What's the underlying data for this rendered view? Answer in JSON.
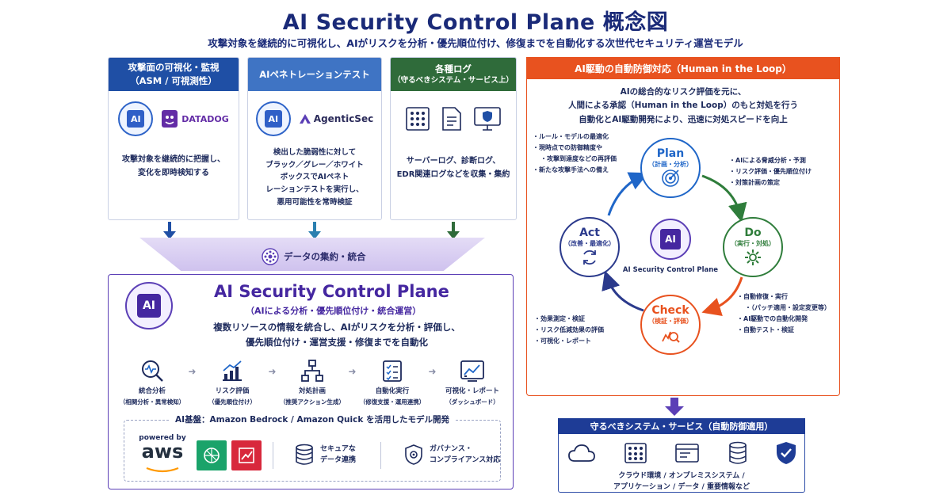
{
  "title": "AI Security Control Plane 概念図",
  "subtitle": "攻撃対象を継続的に可視化し、AIがリスクを分析・優先順位付け、修復までを自動化する次世代セキュリティ運営モデル",
  "colors": {
    "card1_head": "#1f4fa5",
    "card2_head": "#3f74c4",
    "card3_head": "#2f6b3a",
    "right_accent": "#e8521f",
    "main_purple": "#4527a0",
    "plan_blue": "#1f66c8",
    "do_green": "#2f7d3b",
    "check_orange": "#e8521f",
    "act_navy": "#2b3a8c"
  },
  "cards": [
    {
      "head_line1": "攻撃面の可視化・監視",
      "head_line2": "（ASM / 可視測性）",
      "logo_ai": "AI",
      "logo_text": "DATADOG",
      "body": [
        "攻撃対象を継続的に把握し、",
        "変化を即時検知する"
      ]
    },
    {
      "head_line1": "AIペネトレーションテスト",
      "head_line2": "",
      "logo_ai": "AI",
      "logo_text": "AgenticSec",
      "body": [
        "検出した脆弱性に対して",
        "ブラック／グレー／ホワイト",
        "ボックスでAIペネト",
        "レーションテストを実行し、",
        "悪用可能性を常時検証"
      ]
    },
    {
      "head_line1": "各種ログ",
      "head_line2": "（守るべきシステム・サービス上）",
      "icons": [
        "grid-icon",
        "document-icon",
        "monitor-shield-icon"
      ],
      "body": [
        "サーバーログ、診断ログ、",
        "EDR関連ログなどを収集・集約"
      ]
    }
  ],
  "funnel_label": "データの集約・統合",
  "main": {
    "ai_badge": "AI",
    "title": "AI Security Control Plane",
    "subtitle": "（AIによる分析・優先順位付け・統合運営）",
    "desc_line1": "複数リソースの情報を統合し、AIがリスクを分析・評価し、",
    "desc_line2": "優先順位付け・運営支援・修復までを自動化",
    "steps": [
      {
        "icon": "search-pulse-icon",
        "label": "統合分析",
        "detail": "（相関分析・異常検知）"
      },
      {
        "icon": "rising-chart-icon",
        "label": "リスク評価",
        "detail": "（優先順位付け）"
      },
      {
        "icon": "hierarchy-icon",
        "label": "対処計画",
        "detail": "（推奨アクション生成）"
      },
      {
        "icon": "checklist-icon",
        "label": "自動化実行",
        "detail": "（修復支援・運用連携）"
      },
      {
        "icon": "dashboard-icon",
        "label": "可視化・レポート",
        "detail": "（ダッシュボード）"
      }
    ],
    "base_title": "AI基盤：Amazon Bedrock / Amazon Quick を活用したモデル開発",
    "powered_by": "powered by",
    "aws": "aws",
    "base_items": [
      {
        "icon": "database-icon",
        "line1": "セキュアな",
        "line2": "データ連携"
      },
      {
        "icon": "shield-gear-icon",
        "line1": "ガバナンス・",
        "line2": "コンプライアンス対応"
      }
    ]
  },
  "right": {
    "header": "AI駆動の自動防御対応（Human in the Loop）",
    "desc": [
      "AIの総合的なリスク評価を元に、",
      "人間による承認（Human in the Loop）のもと対処を行う",
      "自動化とAI駆動開発により、迅速に対処スピードを向上"
    ],
    "center_label": "AI Security Control Plane",
    "center_ai": "AI",
    "plan": {
      "label": "Plan",
      "sub": "（計画・分析）",
      "bullets": [
        "AIによる脅威分析・予測",
        "リスク評価・優先順位付け",
        "対策計画の策定"
      ]
    },
    "do": {
      "label": "Do",
      "sub": "（実行・対処）",
      "bullets": [
        "自動修復・実行",
        "（パッチ適用・設定変更等）",
        "AI駆動での自動化開発",
        "自動テスト・検証"
      ]
    },
    "check": {
      "label": "Check",
      "sub": "（検証・評価）",
      "bullets": [
        "効果測定・検証",
        "リスク低減効果の評価",
        "可視化・レポート"
      ]
    },
    "act": {
      "label": "Act",
      "sub": "（改善・最適化）",
      "bullets": [
        "ルール・モデルの最適化",
        "現時点での防御精度や",
        "攻撃到達度などの再評価",
        "新たな攻撃手法への備え"
      ]
    }
  },
  "bottom": {
    "header": "守るべきシステム・サービス（自動防御適用）",
    "icons": [
      "cloud-icon",
      "network-grid-icon",
      "window-icon",
      "database-icon",
      "shield-check-icon"
    ],
    "line1": "クラウド環境 / オンプレミスシステム /",
    "line2": "アプリケーション / データ / 重要情報など"
  }
}
